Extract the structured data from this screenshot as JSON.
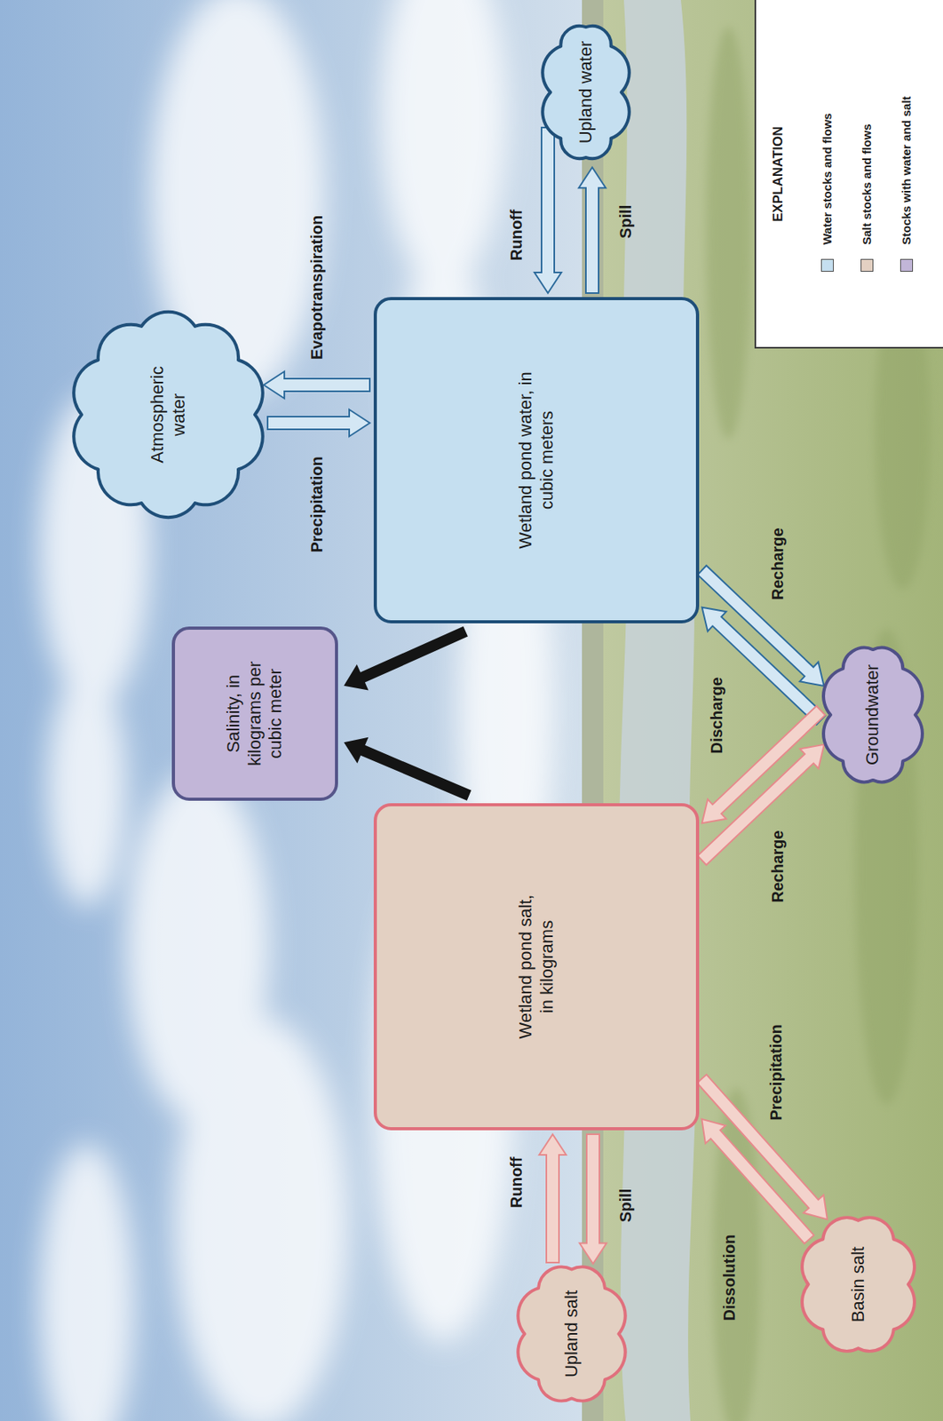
{
  "diagram": {
    "nodes": [
      {
        "text": [
          "Atmospheric water"
        ]
      },
      {
        "text": [
          "Upland water"
        ]
      },
      {
        "text": [
          "Wetland pond water, in cubic meters"
        ]
      },
      {
        "text": [
          "Salinity, in kilograms per cubic meter"
        ]
      },
      {
        "text": [
          "Groundwater"
        ]
      },
      {
        "text": [
          "Wetland pond salt, in kilograms"
        ]
      },
      {
        "text": [
          "Upland salt"
        ]
      },
      {
        "text": [
          "Basin salt"
        ]
      }
    ],
    "edges": [
      {
        "from": 2,
        "to": 0,
        "arrow": "to",
        "label": "Evapotranspiration"
      },
      {
        "from": 0,
        "to": 2,
        "arrow": "to",
        "label": "Precipitation"
      },
      {
        "from": 1,
        "to": 2,
        "arrow": "to",
        "label": "Runoff"
      },
      {
        "from": 2,
        "to": 1,
        "arrow": "to",
        "label": "Spill"
      },
      {
        "from": 4,
        "to": 2,
        "arrow": "to",
        "label": "Discharge"
      },
      {
        "from": 2,
        "to": 4,
        "arrow": "to",
        "label": "Recharge"
      },
      {
        "from": 2,
        "to": 3,
        "arrow": "to"
      },
      {
        "from": 5,
        "to": 3,
        "arrow": "to"
      },
      {
        "from": 4,
        "to": 5,
        "arrow": "to"
      },
      {
        "from": 5,
        "to": 4,
        "arrow": "to",
        "label": "Recharge"
      },
      {
        "from": 6,
        "to": 5,
        "arrow": "to",
        "label": "Runoff"
      },
      {
        "from": 5,
        "to": 6,
        "arrow": "to",
        "label": "Spill"
      },
      {
        "from": 5,
        "to": 7,
        "arrow": "to",
        "label": "Precipitation"
      },
      {
        "from": 7,
        "to": 5,
        "arrow": "to",
        "label": "Dissolution"
      }
    ],
    "labels": [
      "EXPLANATION"
    ],
    "legend": [
      {
        "text": "Water stocks and flows",
        "color": "#c5dff0"
      },
      {
        "text": "Salt stocks and flows",
        "color": "#e3d0c2"
      },
      {
        "text": "Stocks with water and salt",
        "color": "#c2b6d8"
      }
    ]
  }
}
